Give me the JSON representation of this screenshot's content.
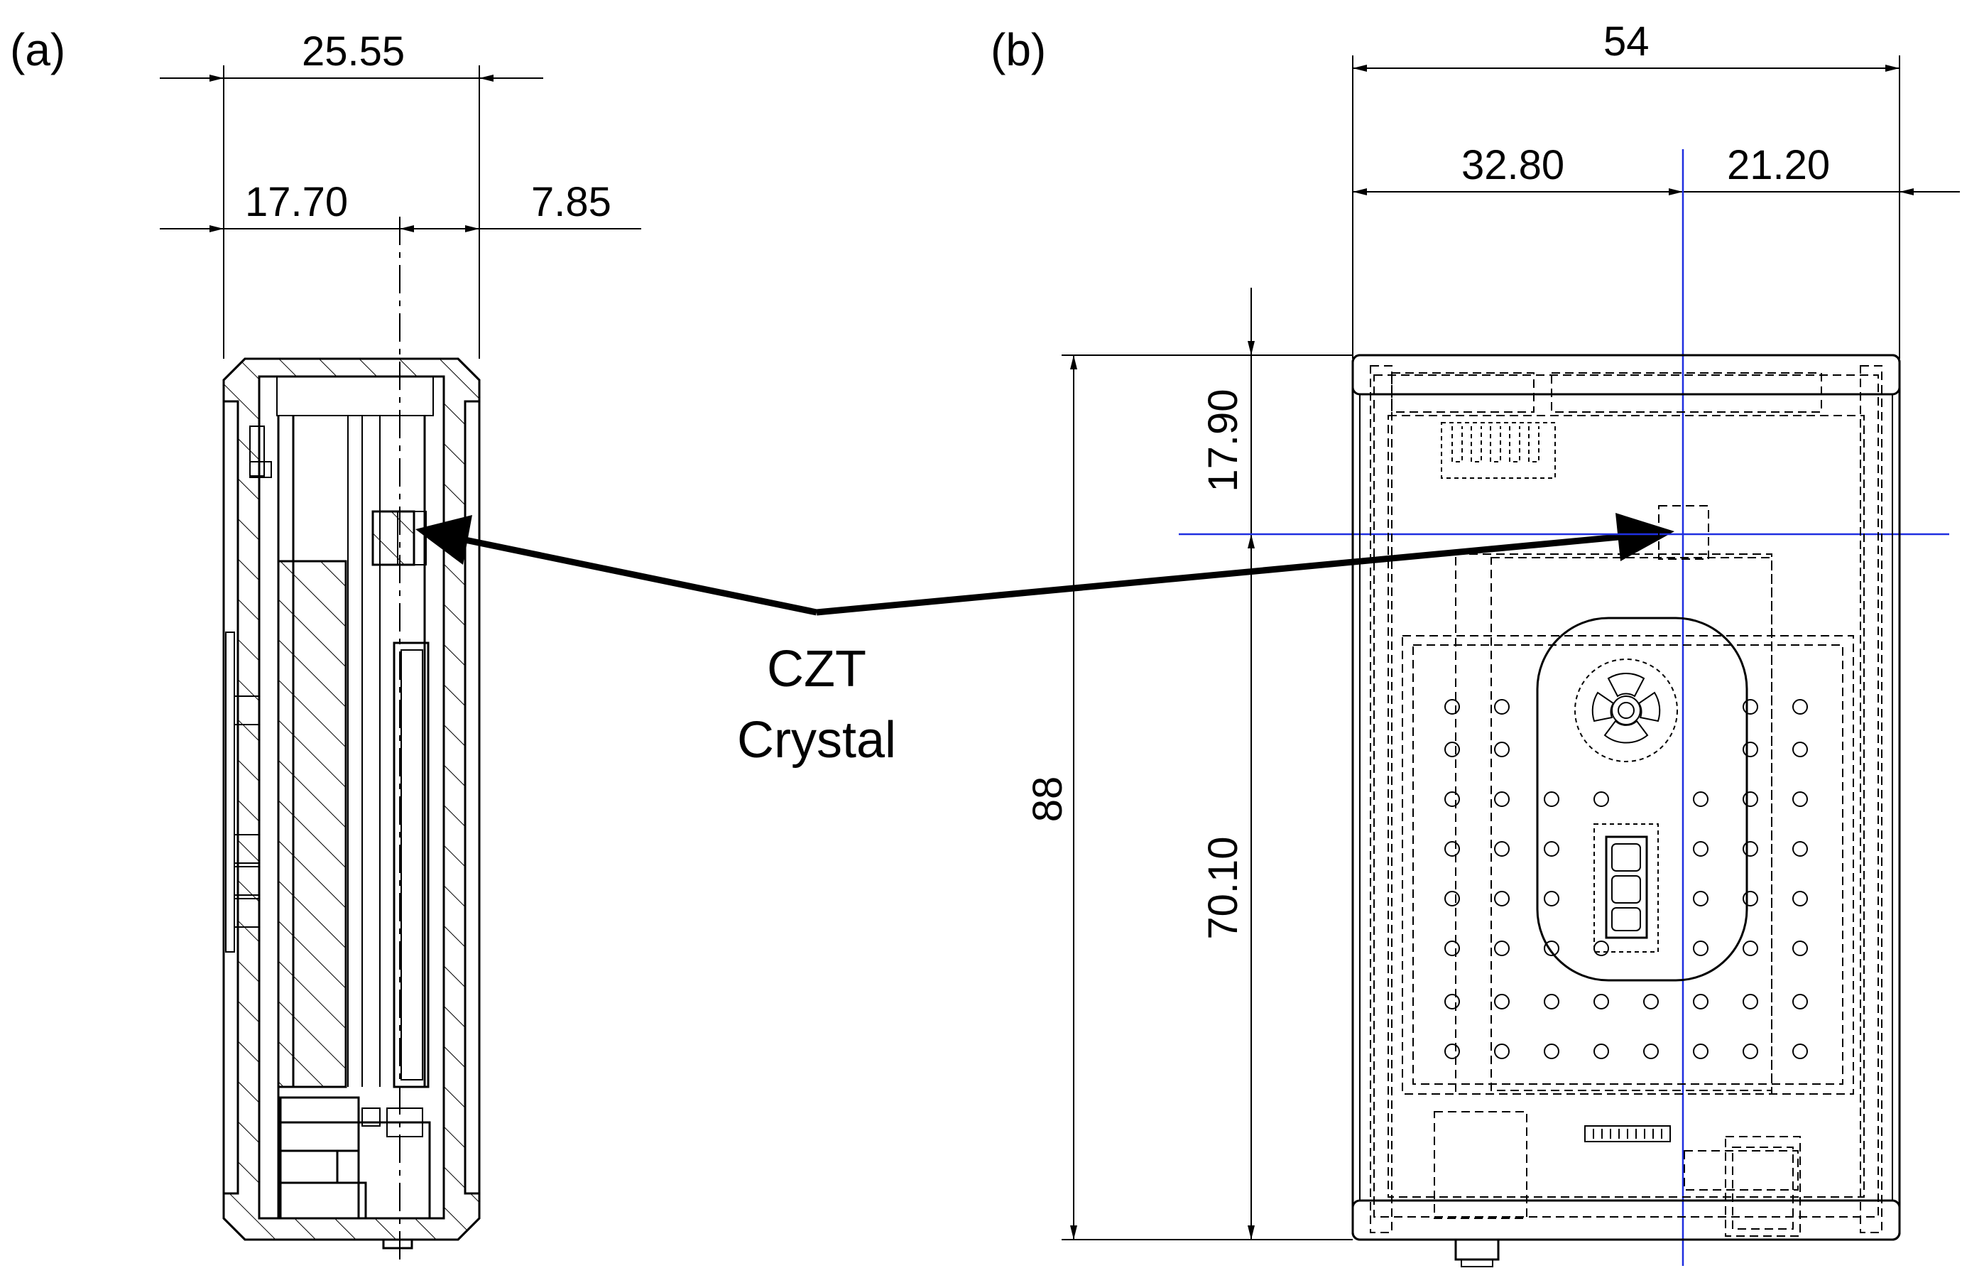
{
  "panels": {
    "a": {
      "label": "(a)"
    },
    "b": {
      "label": "(b)"
    }
  },
  "dimensions": {
    "side_total": "25.55",
    "side_left": "17.70",
    "side_right": "7.85",
    "front_width": "54",
    "front_left": "32.80",
    "front_right": "21.20",
    "front_height": "88",
    "front_top": "17.90",
    "front_bottom": "70.10"
  },
  "callout": {
    "line1": "CZT",
    "line2": "Crystal"
  },
  "colors": {
    "lines": "#000000",
    "crosshair": "#1f2fe0",
    "background": "#ffffff"
  }
}
